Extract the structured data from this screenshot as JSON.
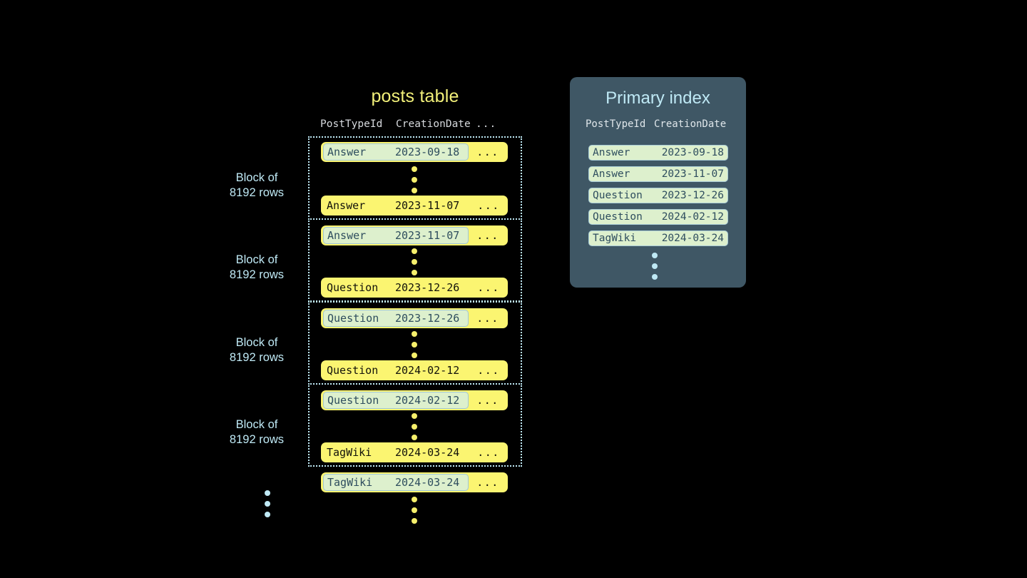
{
  "posts_table": {
    "title": "posts table",
    "columns": [
      "PostTypeId",
      "CreationDate",
      "..."
    ],
    "blocks": [
      {
        "label_line1": "Block of",
        "label_line2": "8192 rows",
        "first_row": {
          "type": "Answer",
          "date": "2023-09-18",
          "more": "...",
          "highlighted": true
        },
        "last_row": {
          "type": "Answer",
          "date": "2023-11-07",
          "more": "...",
          "highlighted": false
        }
      },
      {
        "label_line1": "Block of",
        "label_line2": "8192 rows",
        "first_row": {
          "type": "Answer",
          "date": "2023-11-07",
          "more": "...",
          "highlighted": true
        },
        "last_row": {
          "type": "Question",
          "date": "2023-12-26",
          "more": "...",
          "highlighted": false
        }
      },
      {
        "label_line1": "Block of",
        "label_line2": "8192 rows",
        "first_row": {
          "type": "Question",
          "date": "2023-12-26",
          "more": "...",
          "highlighted": true
        },
        "last_row": {
          "type": "Question",
          "date": "2024-02-12",
          "more": "...",
          "highlighted": false
        }
      },
      {
        "label_line1": "Block of",
        "label_line2": "8192 rows",
        "first_row": {
          "type": "Question",
          "date": "2024-02-12",
          "more": "...",
          "highlighted": true
        },
        "last_row": {
          "type": "TagWiki",
          "date": "2024-03-24",
          "more": "...",
          "highlighted": false
        }
      }
    ],
    "trailing_row": {
      "type": "TagWiki",
      "date": "2024-03-24",
      "more": "...",
      "highlighted": true
    }
  },
  "primary_index": {
    "title": "Primary index",
    "columns": [
      "PostTypeId",
      "CreationDate"
    ],
    "rows": [
      {
        "type": "Answer",
        "date": "2023-09-18"
      },
      {
        "type": "Answer",
        "date": "2023-11-07"
      },
      {
        "type": "Question",
        "date": "2023-12-26"
      },
      {
        "type": "Question",
        "date": "2024-02-12"
      },
      {
        "type": "TagWiki",
        "date": "2024-03-24"
      }
    ]
  },
  "colors": {
    "background": "#000000",
    "row_yellow": "#fbf571",
    "highlight_green": "#ddf0cd",
    "accent_blue": "#bfe9f5",
    "panel_slate": "#3f5765",
    "title_yellow": "#f2f07a"
  }
}
